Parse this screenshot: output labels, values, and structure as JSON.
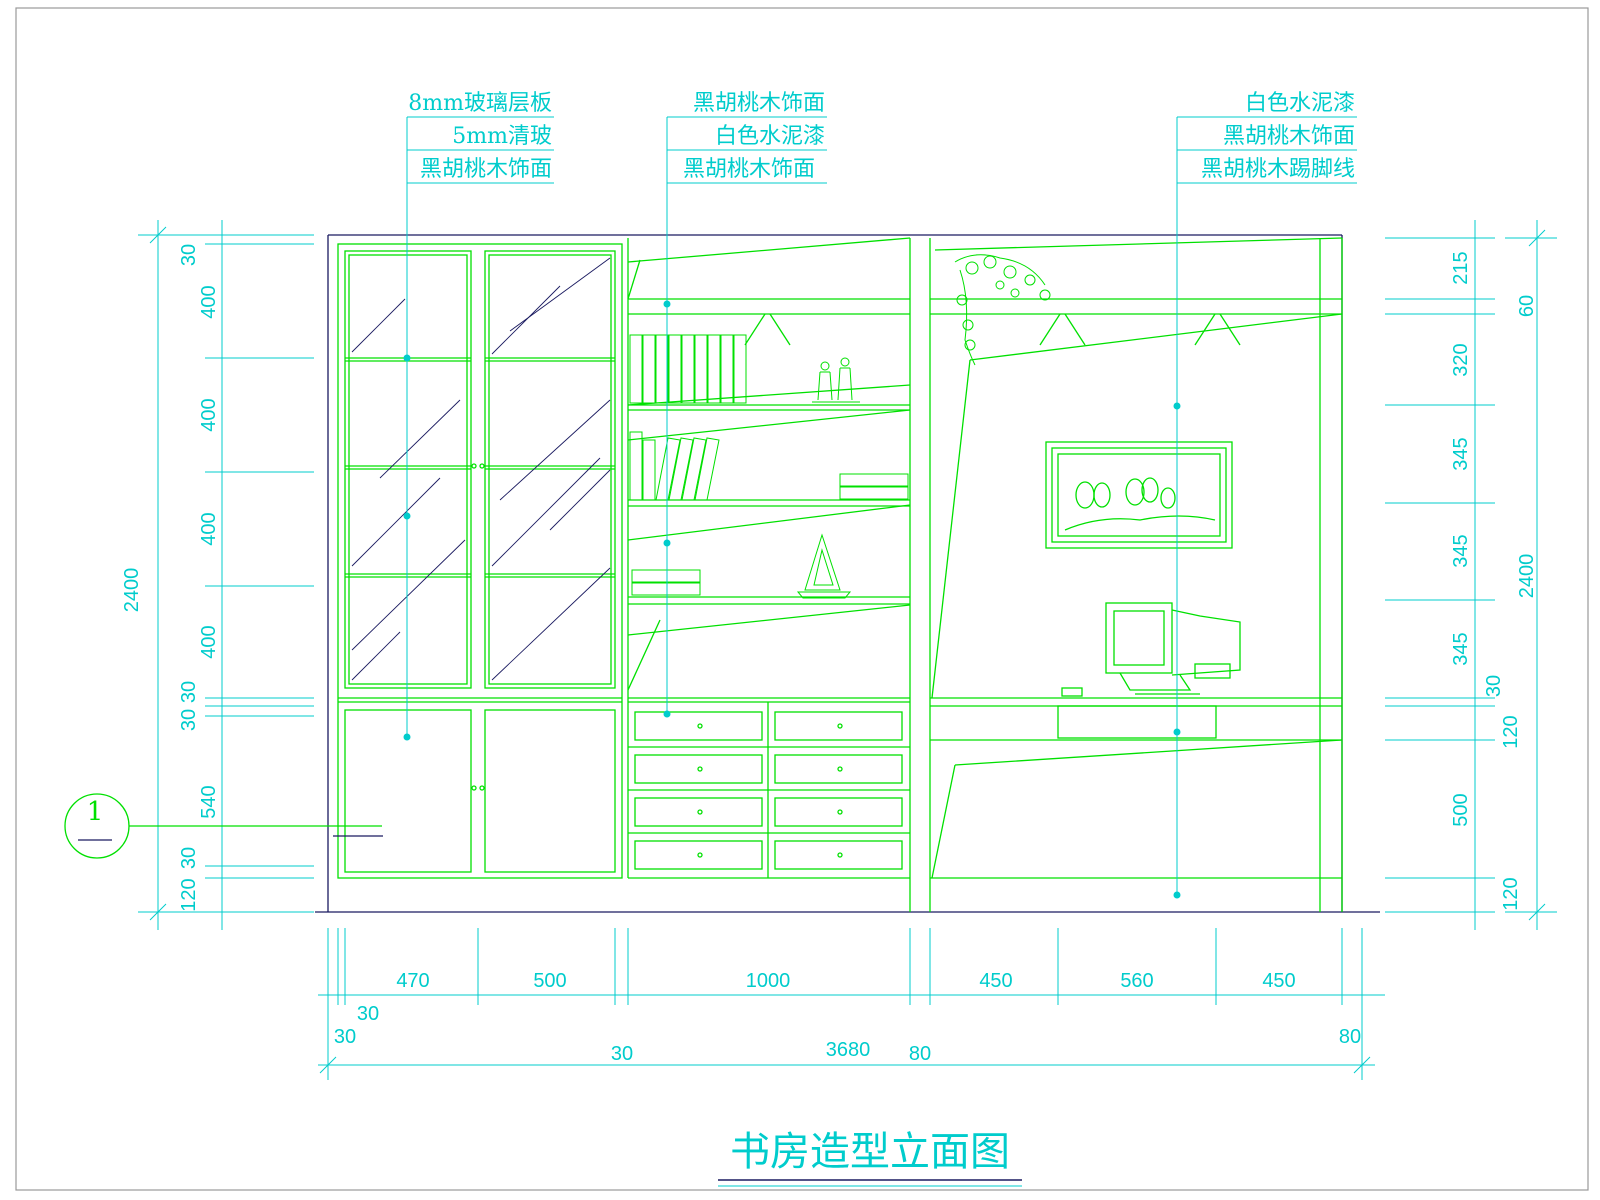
{
  "title": "书房造型立面图",
  "section_marker": "1",
  "colors": {
    "background": "#ffffff",
    "cad_green": "#00e000",
    "cad_cyan": "#00cccc",
    "cad_navy": "#1a1a60",
    "frame_gray": "#999999"
  },
  "callouts": {
    "left": [
      "8mm玻璃层板",
      "5mm清玻",
      "黑胡桃木饰面"
    ],
    "middle": [
      "黑胡桃木饰面",
      "白色水泥漆",
      "黑胡桃木饰面"
    ],
    "right": [
      "白色水泥漆",
      "黑胡桃木饰面",
      "黑胡桃木踢脚线"
    ]
  },
  "dimensions": {
    "left_outer_total": "2400",
    "left_inner": [
      "30",
      "400",
      "400",
      "400",
      "400",
      "30",
      "30",
      "540",
      "30",
      "120"
    ],
    "right_inner": [
      "215",
      "320",
      "345",
      "345",
      "345",
      "30",
      "120",
      "500",
      "120"
    ],
    "right_outer": [
      "60",
      "2400"
    ],
    "bottom_row": [
      "470",
      "500",
      "1000",
      "450",
      "560",
      "450"
    ],
    "bottom_small": [
      "30",
      "30",
      "30",
      "80",
      "80"
    ],
    "bottom_total": "3680"
  }
}
